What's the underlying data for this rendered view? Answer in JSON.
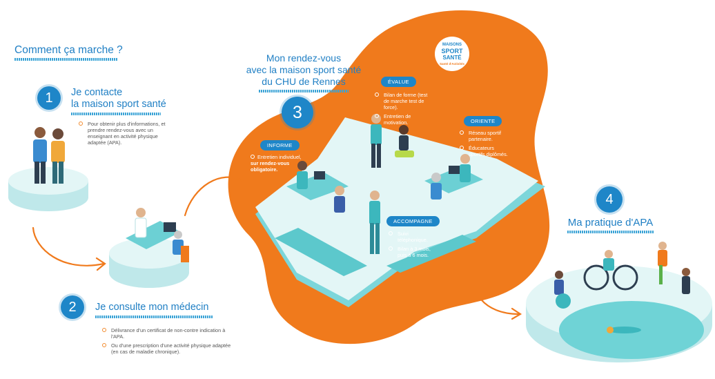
{
  "header": {
    "title": "Comment ça marche ?"
  },
  "steps": [
    {
      "number": "1",
      "title_line1": "Je contacte",
      "title_line2": "la maison sport santé",
      "bullets": [
        "Pour obtenir plus d'informations, et prendre rendez-vous avec un enseignant en activité physique adaptée (APA)."
      ]
    },
    {
      "number": "2",
      "title": "Je consulte mon médecin",
      "bullets": [
        "Délivrance d'un certificat de non-contre indication à l'APA.",
        "Ou d'une prescription d'une activité physique adaptée (en cas de maladie chronique)."
      ]
    },
    {
      "number": "3",
      "title_line1": "Mon rendez-vous",
      "title_line2": "avec la maison sport santé",
      "title_line3": "du CHU de Rennes"
    },
    {
      "number": "4",
      "title": "Ma pratique d'APA"
    }
  ],
  "sections": {
    "informe": {
      "label": "INFORME",
      "text1": "Entretien individuel,",
      "text2": "sur rendez-vous",
      "text3": "obligatoire."
    },
    "evalue": {
      "label": "ÉVALUE",
      "bullets": [
        "Bilan de forme (test de marche test de force).",
        "Entretien de motivation."
      ]
    },
    "oriente": {
      "label": "ORIENTE",
      "bullets": [
        "Réseau sportif partenaire.",
        "Éducateurs sportifs diplômés."
      ]
    },
    "accompagne": {
      "label": "ACCOMPAGNE",
      "bullets": [
        "Suivi téléphonique.",
        "Bilan à 3 mois, puis à 6 mois."
      ]
    }
  },
  "logo": {
    "line1": "MAISONS",
    "line2": "SPORT",
    "line3": "SANTÉ",
    "line4": "Santé d'Activités"
  },
  "colors": {
    "blue": "#1e86c8",
    "orange": "#f07a1c",
    "teal": "#5cc8cc",
    "platform": "#e3f6f6"
  },
  "icons": [
    "people-icon",
    "doctor-desk-icon",
    "arrow-icon",
    "sports-icon",
    "pool-icon"
  ]
}
